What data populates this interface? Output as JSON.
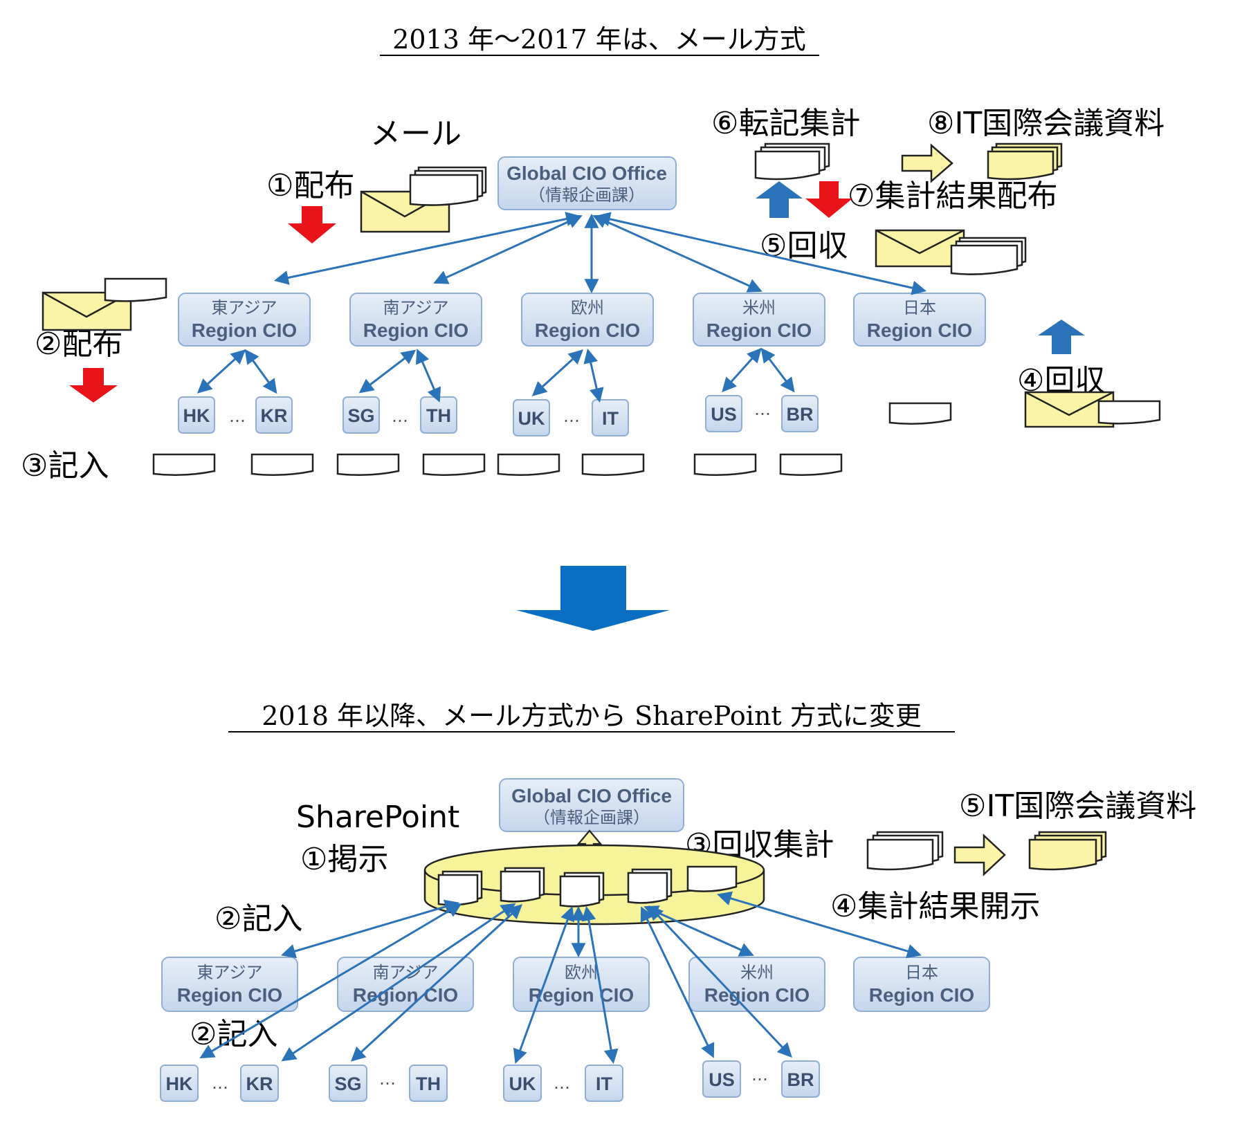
{
  "titles": {
    "top": "2013 年～2017 年は、メール方式",
    "bottom": "2018 年以降、メール方式から SharePoint 方式に変更"
  },
  "top": {
    "mail_label": "メール",
    "step1": "①配布",
    "step2": "②配布",
    "step3": "③記入",
    "step4": "④回収",
    "step5": "⑤回収",
    "step6": "⑥転記集計",
    "step7": "⑦集計結果配布",
    "step8": "⑧IT国際会議資料",
    "global": {
      "line1": "Global CIO Office",
      "line2": "（情報企画課）"
    },
    "regions": [
      {
        "line1": "東アジア",
        "line2": "Region CIO"
      },
      {
        "line1": "南アジア",
        "line2": "Region CIO"
      },
      {
        "line1": "欧州",
        "line2": "Region CIO"
      },
      {
        "line1": "米州",
        "line2": "Region CIO"
      },
      {
        "line1": "日本",
        "line2": "Region CIO"
      }
    ],
    "countries": [
      "HK",
      "KR",
      "SG",
      "TH",
      "UK",
      "IT",
      "US",
      "BR"
    ],
    "dots": "…"
  },
  "bottom": {
    "sharepoint_label": "SharePoint",
    "step1": "①掲示",
    "step2a": "②記入",
    "step2b": "②記入",
    "step3": "③回収集計",
    "step4": "④集計結果開示",
    "step5": "⑤IT国際会議資料",
    "global": {
      "line1": "Global CIO Office",
      "line2": "（情報企画課）"
    },
    "regions": [
      {
        "line1": "東アジア",
        "line2": "Region CIO"
      },
      {
        "line1": "南アジア",
        "line2": "Region CIO"
      },
      {
        "line1": "欧州",
        "line2": "Region CIO"
      },
      {
        "line1": "米州",
        "line2": "Region CIO"
      },
      {
        "line1": "日本",
        "line2": "Region CIO"
      }
    ],
    "countries": [
      "HK",
      "KR",
      "SG",
      "TH",
      "UK",
      "IT",
      "US",
      "BR"
    ],
    "dots": "…"
  },
  "colors": {
    "box_fill": "#d6e3f3",
    "box_stroke": "#8eaed6",
    "arrow_blue": "#2b73b8",
    "arrow_red": "#e8141a",
    "envelope": "#fbf4a6",
    "big_arrow": "#0a6fc2",
    "sharepoint": "#f6f39a"
  }
}
